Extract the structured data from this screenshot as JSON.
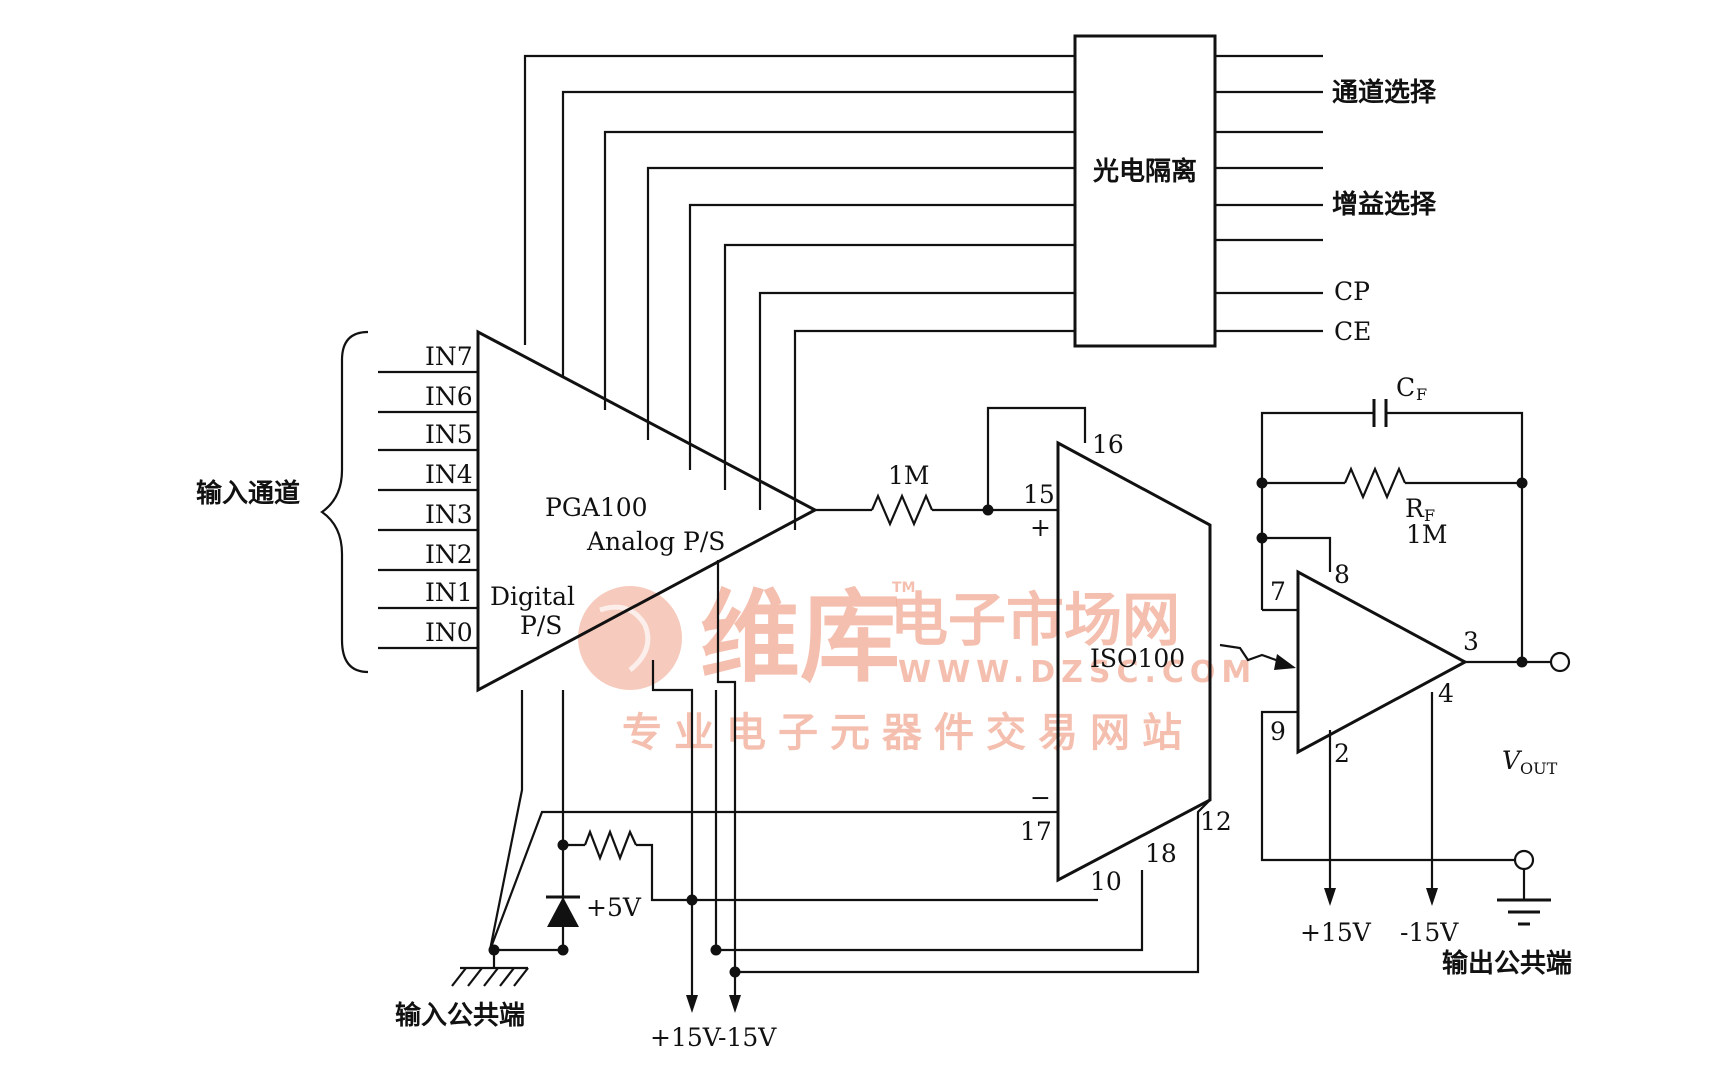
{
  "diagram": {
    "blocks": {
      "opto_isolator": "光电隔离",
      "pga_name": "PGA100",
      "pga_analog": "Analog P/S",
      "pga_digital_line1": "Digital",
      "pga_digital_line2": "P/S",
      "iso_name": "ISO100"
    },
    "inputs": {
      "group_label": "输入通道",
      "channels": [
        "IN7",
        "IN6",
        "IN5",
        "IN4",
        "IN3",
        "IN2",
        "IN1",
        "IN0"
      ]
    },
    "control": {
      "channel_select": "通道选择",
      "gain_select": "增益选择",
      "cp": "CP",
      "ce": "CE"
    },
    "components": {
      "r_input": "1M",
      "cf_main": "C",
      "cf_sub": "F",
      "rf_main": "R",
      "rf_sub": "F",
      "rf_value": "1M",
      "zener": "+5V"
    },
    "iso_pins": {
      "p16": "16",
      "p15": "15",
      "plus": "+",
      "minus": "−",
      "p17": "17",
      "p10": "10",
      "p18": "18",
      "p12": "12"
    },
    "opamp_pins": {
      "p7": "7",
      "p8": "8",
      "p9": "9",
      "p2": "2",
      "p3": "3",
      "p4": "4"
    },
    "supplies": {
      "in_pos": "+15V",
      "in_neg": "-15V",
      "out_pos": "+15V",
      "out_neg": "-15V"
    },
    "output": {
      "vout_main": "V",
      "vout_sub": "OUT"
    },
    "grounds": {
      "input_common": "输入公共端",
      "output_common": "输出公共端"
    },
    "watermark": {
      "brand": "维库",
      "market": "电子市场网",
      "url": "WWW.DZSC.COM",
      "slogan": "专业电子元器件交易网站",
      "tm": "TM"
    }
  }
}
